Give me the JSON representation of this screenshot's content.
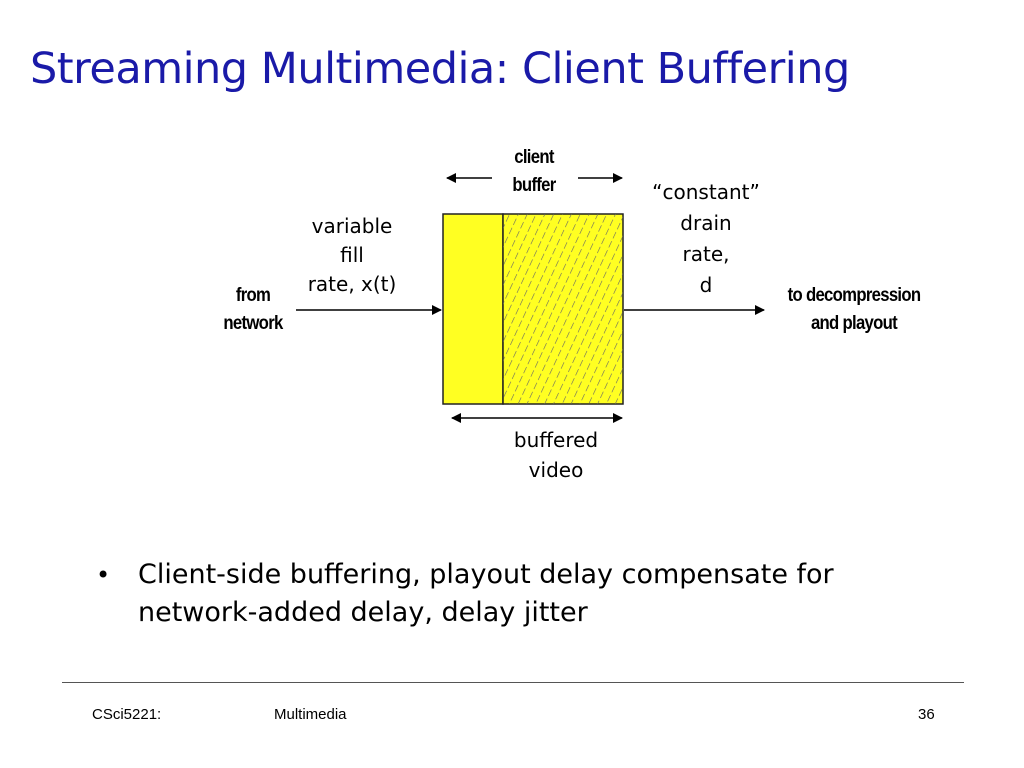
{
  "slide": {
    "title": "Streaming Multimedia:  Client Buffering"
  },
  "diagram": {
    "client_buffer": [
      "client",
      "buffer"
    ],
    "fill_rate": [
      "variable",
      "fill",
      "rate, x(t)"
    ],
    "drain_rate": [
      "“constant”",
      "drain",
      "rate,",
      "d"
    ],
    "from_network": [
      "from",
      "network"
    ],
    "to_playout": [
      "to decompression",
      "and playout"
    ],
    "buffered_video": [
      "buffered",
      "video"
    ],
    "colors": {
      "buffer_fill": "#ffff22",
      "hatch": "#666666"
    }
  },
  "bullets": [
    "Client-side buffering, playout delay compensate for network-added delay, delay jitter"
  ],
  "footer": {
    "course": "CSci5221:",
    "topic": "Multimedia",
    "page": "36"
  }
}
